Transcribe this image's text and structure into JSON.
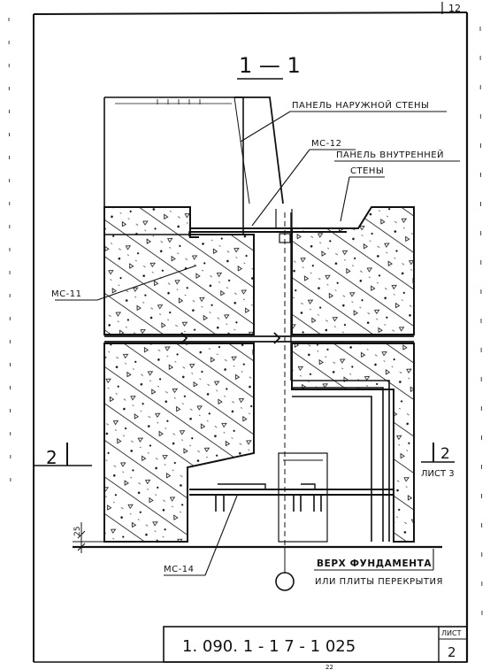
{
  "sheet_corner_number": "12",
  "section_title": "1 — 1",
  "labels": {
    "outer_wall_panel": "ПАНЕЛЬ НАРУЖНОЙ СТЕНЫ",
    "mc12": "МС-12",
    "inner_wall_panel_line1": "ПАНЕЛЬ ВНУТРЕННЕЙ",
    "inner_wall_panel_line2": "СТЕНЫ",
    "mc11": "МС-11",
    "mc14": "МС-14",
    "foundation_top": "ВЕРХ ФУНДАМЕНТА",
    "floor_slab": "ИЛИ ПЛИТЫ ПЕРЕКРЫТИЯ",
    "dim_25": "25"
  },
  "section_mark_left": "2",
  "section_mark_right": {
    "number": "2",
    "sheet_ref": "ЛИСТ 3"
  },
  "title_block": {
    "drawing_code": "1. 090. 1 - 1 7 - 1   025",
    "sheet_label": "ЛИСТ",
    "sheet_number": "2"
  },
  "bottom_mark": "22"
}
